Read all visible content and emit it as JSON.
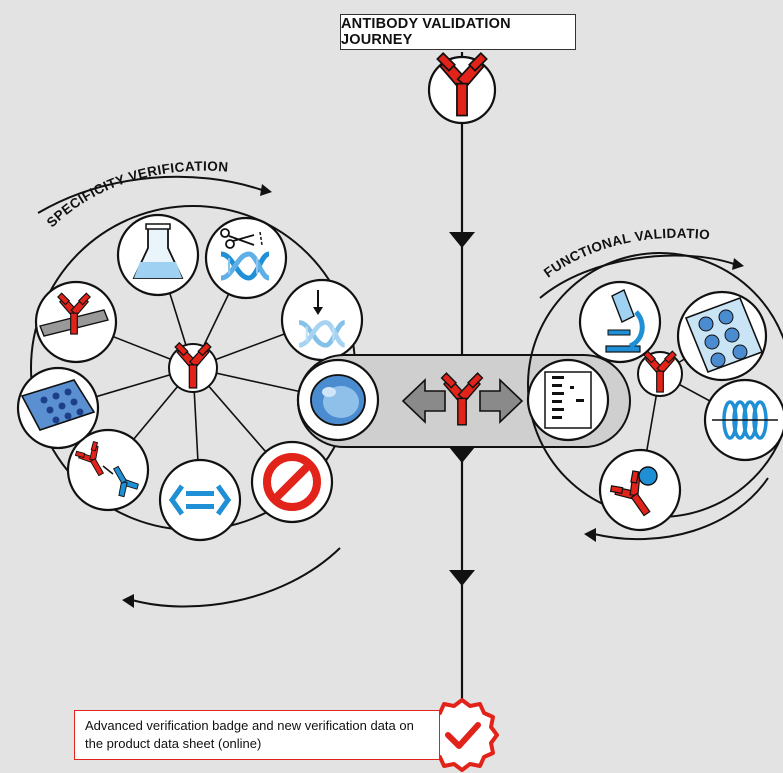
{
  "title": "ANTIBODY VALIDATION JOURNEY",
  "sections": {
    "specificity": "SPECIFICITY VERIFICATION",
    "functional": "FUNCTIONAL VALIDATION"
  },
  "badge_text": "Advanced verification badge and new verification data on the product data sheet (online)",
  "icons": {
    "top": "antibody-icon",
    "specificity_hub": "antibody-icon",
    "specificity_ring": [
      "flask-icon",
      "scissors-dna-icon",
      "dna-knockdown-icon",
      "cell-icon",
      "no-symbol-icon",
      "binding-assay-icon",
      "antibody-pair-icon",
      "microplate-icon",
      "membrane-blot-icon"
    ],
    "center": "antibody-bidirectional-icon",
    "functional_hub": "antibody-icon",
    "functional_ring": [
      "western-blot-icon",
      "microscope-icon",
      "cell-plate-icon",
      "coil-icon",
      "antibody-antigen-icon"
    ],
    "badge": "verified-badge-icon"
  },
  "colors": {
    "antibody": "#e2231a",
    "dna": "#1f8fd6",
    "cell": "#4b8bd0",
    "panel": "#cfcfcf",
    "line": "#111111",
    "background": "#e3e3e3"
  }
}
